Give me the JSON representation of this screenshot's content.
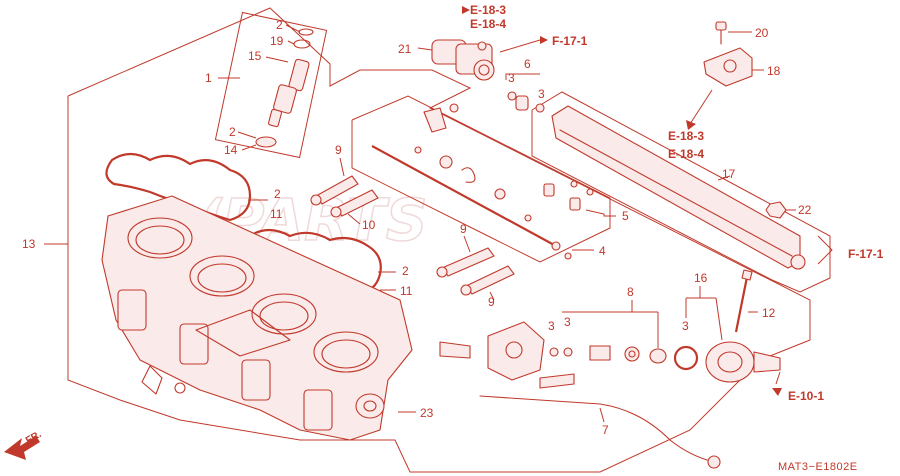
{
  "callouts": {
    "c1": "1",
    "c2a": "2",
    "c19": "19",
    "c15": "15",
    "c2b": "2",
    "c14": "14",
    "c2c": "2",
    "c11a": "11",
    "c2d": "2",
    "c11b": "11",
    "c13": "13",
    "c9a": "9",
    "c10": "10",
    "c9b": "9",
    "c9c": "9",
    "c21": "21",
    "c6": "6",
    "c3a": "3",
    "c3b": "3",
    "c20": "20",
    "c18": "18",
    "c17": "17",
    "c22": "22",
    "c5": "5",
    "c4": "4",
    "c16": "16",
    "c8": "8",
    "c3c": "3",
    "c3d": "3",
    "c3e": "3",
    "c12": "12",
    "c7": "7",
    "c23": "23"
  },
  "refs": {
    "r1": "E-18-3",
    "r2": "E-18-4",
    "r3": "F-17-1",
    "r4": "E-18-3",
    "r5": "E-18-4",
    "r6": "F-17-1",
    "r7": "E-10-1"
  },
  "diagram_code": "MAT3−E1802E",
  "fr_label": "FR.",
  "watermark": "‘PARTS",
  "colors": {
    "ink": "#c0392b",
    "fill": "#fbeaea",
    "watermark": "#e9c9c9"
  }
}
